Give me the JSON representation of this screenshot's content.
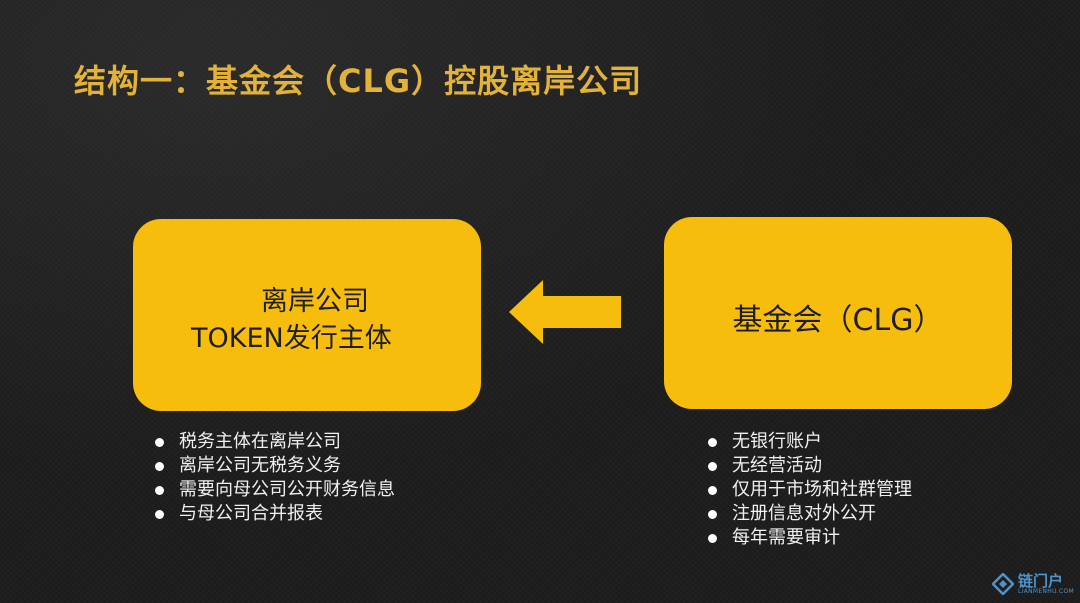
{
  "title": "结构一：基金会（CLG）控股离岸公司",
  "left_box": {
    "line1": "离岸公司",
    "line2": "TOKEN发行主体",
    "bullets": [
      "税务主体在离岸公司",
      "离岸公司无税务义务",
      "需要向母公司公开财务信息",
      "与母公司合并报表"
    ]
  },
  "right_box": {
    "label": "基金会（CLG）",
    "bullets": [
      "无银行账户",
      "无经营活动",
      "仅用于市场和社群管理",
      "注册信息对外公开",
      "每年需要审计"
    ]
  },
  "arrow": {
    "direction": "left",
    "color": "#f7bd0c"
  },
  "watermark": {
    "name": "链门户",
    "sub": "LIANMENHU.COM"
  },
  "colors": {
    "background": "#1c1c1c",
    "title": "#e2b23a",
    "box": "#f7bd0c",
    "bullet_text": "#f0f0f0"
  }
}
